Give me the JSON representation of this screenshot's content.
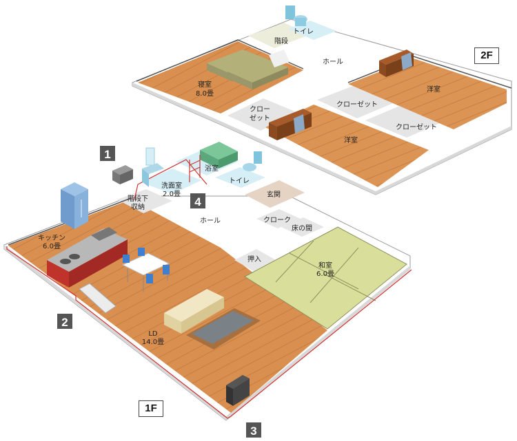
{
  "floors": {
    "first_label": "1F",
    "second_label": "2F"
  },
  "rooms_2f": {
    "toilet": "トイレ",
    "stairs": "階段",
    "hall": "ホール",
    "bedroom": [
      "寝室",
      "8.0畳"
    ],
    "closet_a": [
      "クロー",
      "ゼット"
    ],
    "closet_b": "クローゼット",
    "closet_c": "クローゼット",
    "western_a": "洋室",
    "western_b": "洋室"
  },
  "rooms_1f": {
    "washroom": [
      "洗面室",
      "2.0畳"
    ],
    "bath": "浴室",
    "toilet": "トイレ",
    "entrance": "玄関",
    "under_stairs": [
      "階段下",
      "収納"
    ],
    "hall": "ホール",
    "cloak": "クローク",
    "tokonoma": "床の間",
    "kitchen": [
      "キッチン",
      "6.0畳"
    ],
    "closet": "押入",
    "japanese_room": [
      "和室",
      "6.0畳"
    ],
    "ld": [
      "LD",
      "14.0畳"
    ]
  },
  "markers": [
    "1",
    "2",
    "3",
    "4"
  ],
  "colors": {
    "wood": "#d98f4f",
    "wood_dark": "#b8743c",
    "tatami": "#d9df9a",
    "corridor": "#e8e8e8",
    "wet_area": "#d6eef5",
    "entrance": "#e5d3c4",
    "marker": "#555555",
    "wiring": "#d03030"
  }
}
